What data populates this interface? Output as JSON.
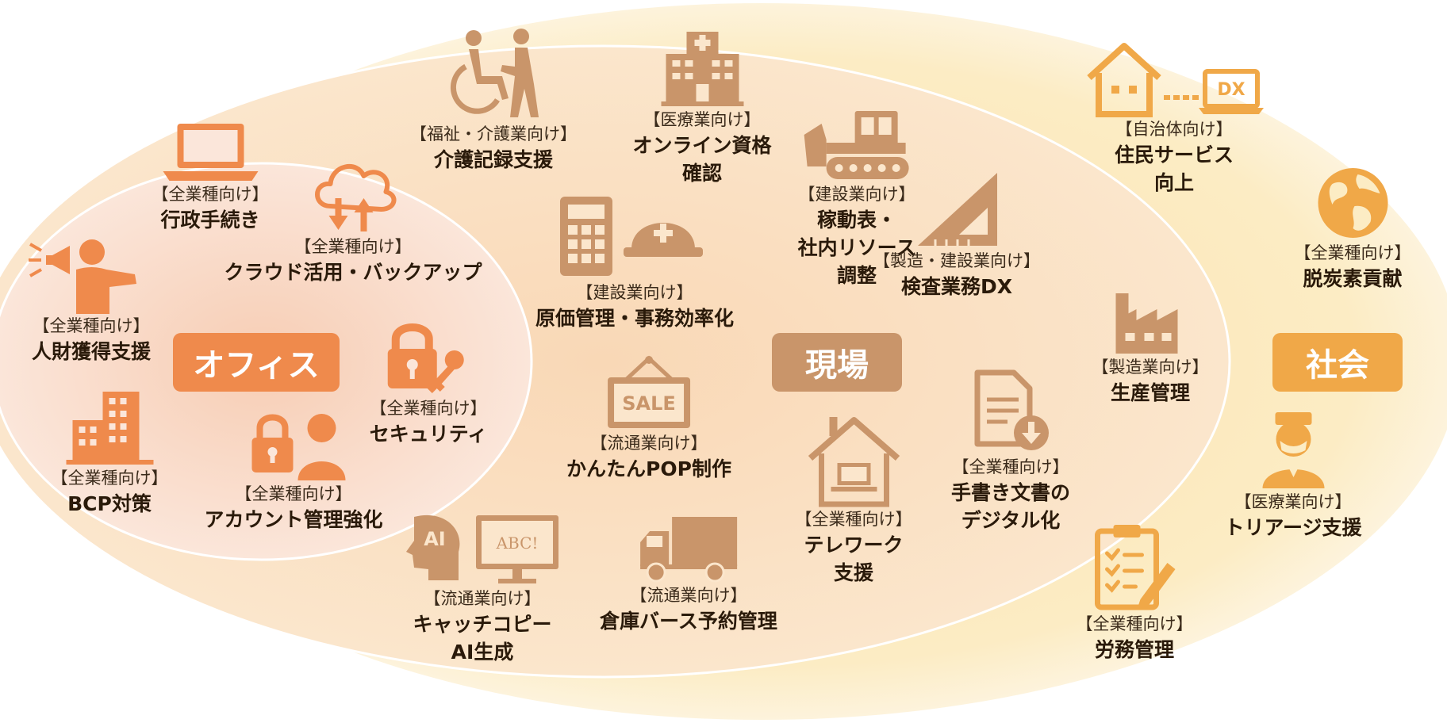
{
  "colors": {
    "office": "#ef8a4c",
    "genba": "#c9956a",
    "shakai": "#f0a848",
    "outer_ellipse": "#fcecc2",
    "middle_ellipse": "#fbe0c2",
    "inner_ellipse": "#f9dcc8"
  },
  "zones": {
    "office": "オフィス",
    "genba": "現場",
    "shakai": "社会"
  },
  "office_items": [
    {
      "category": "【全業種向け】",
      "name": [
        "行政手続き"
      ],
      "icon": "laptop-icon"
    },
    {
      "category": "【全業種向け】",
      "name": [
        "クラウド活用・バックアップ"
      ],
      "icon": "cloud-sync-icon"
    },
    {
      "category": "【全業種向け】",
      "name": [
        "人財獲得支援"
      ],
      "icon": "megaphone-person-icon"
    },
    {
      "category": "【全業種向け】",
      "name": [
        "セキュリティ"
      ],
      "icon": "lock-key-icon"
    },
    {
      "category": "【全業種向け】",
      "name": [
        "BCP対策"
      ],
      "icon": "building-icon"
    },
    {
      "category": "【全業種向け】",
      "name": [
        "アカウント管理強化"
      ],
      "icon": "lock-user-icon"
    }
  ],
  "genba_items": [
    {
      "category": "【福祉・介護業向け】",
      "name": [
        "介護記録支援"
      ],
      "icon": "wheelchair-icon"
    },
    {
      "category": "【医療業向け】",
      "name": [
        "オンライン資格",
        "確認"
      ],
      "icon": "hospital-icon"
    },
    {
      "category": "【建設業向け】",
      "name": [
        "稼動表・",
        "社内リソース",
        "調整"
      ],
      "icon": "bulldozer-icon"
    },
    {
      "category": "【建設業向け】",
      "name": [
        "原価管理・事務効率化"
      ],
      "icon": "calculator-helmet-icon"
    },
    {
      "category": "【製造・建設業向け】",
      "name": [
        "検査業務DX"
      ],
      "icon": "triangle-ruler-icon"
    },
    {
      "category": "【流通業向け】",
      "name": [
        "かんたんPOP制作"
      ],
      "icon": "sale-sign-icon"
    },
    {
      "category": "【全業種向け】",
      "name": [
        "テレワーク",
        "支援"
      ],
      "icon": "house-laptop-icon"
    },
    {
      "category": "【全業種向け】",
      "name": [
        "手書き文書の",
        "デジタル化"
      ],
      "icon": "document-download-icon"
    },
    {
      "category": "【流通業向け】",
      "name": [
        "キャッチコピー",
        "AI生成"
      ],
      "icon": "ai-monitor-icon"
    },
    {
      "category": "【流通業向け】",
      "name": [
        "倉庫バース予約管理"
      ],
      "icon": "truck-icon"
    }
  ],
  "shakai_items": [
    {
      "category": "【自治体向け】",
      "name": [
        "住民サービス",
        "向上"
      ],
      "icon": "house-dx-icon"
    },
    {
      "category": "【全業種向け】",
      "name": [
        "脱炭素貢献"
      ],
      "icon": "globe-icon"
    },
    {
      "category": "【製造業向け】",
      "name": [
        "生産管理"
      ],
      "icon": "factory-icon"
    },
    {
      "category": "【医療業向け】",
      "name": [
        "トリアージ支援"
      ],
      "icon": "nurse-icon"
    },
    {
      "category": "【全業種向け】",
      "name": [
        "労務管理"
      ],
      "icon": "clipboard-check-icon"
    }
  ],
  "icon_labels": {
    "ai": "AI",
    "abc": "ABC!",
    "sale": "SALE",
    "dx": "DX"
  }
}
